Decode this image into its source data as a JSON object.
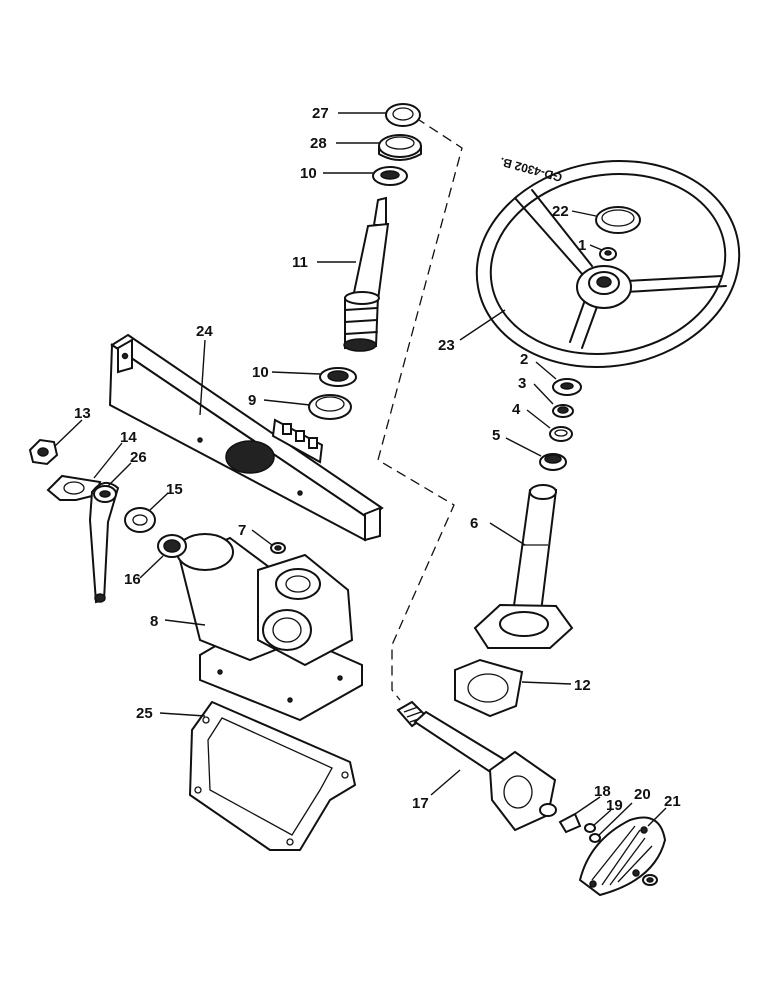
{
  "drawing_code": "GD-4302 B.",
  "callouts": [
    "1",
    "2",
    "3",
    "4",
    "5",
    "6",
    "7",
    "8",
    "9",
    "10",
    "10",
    "11",
    "12",
    "13",
    "14",
    "15",
    "16",
    "17",
    "18",
    "19",
    "20",
    "21",
    "22",
    "23",
    "24",
    "25",
    "26",
    "27",
    "28"
  ]
}
